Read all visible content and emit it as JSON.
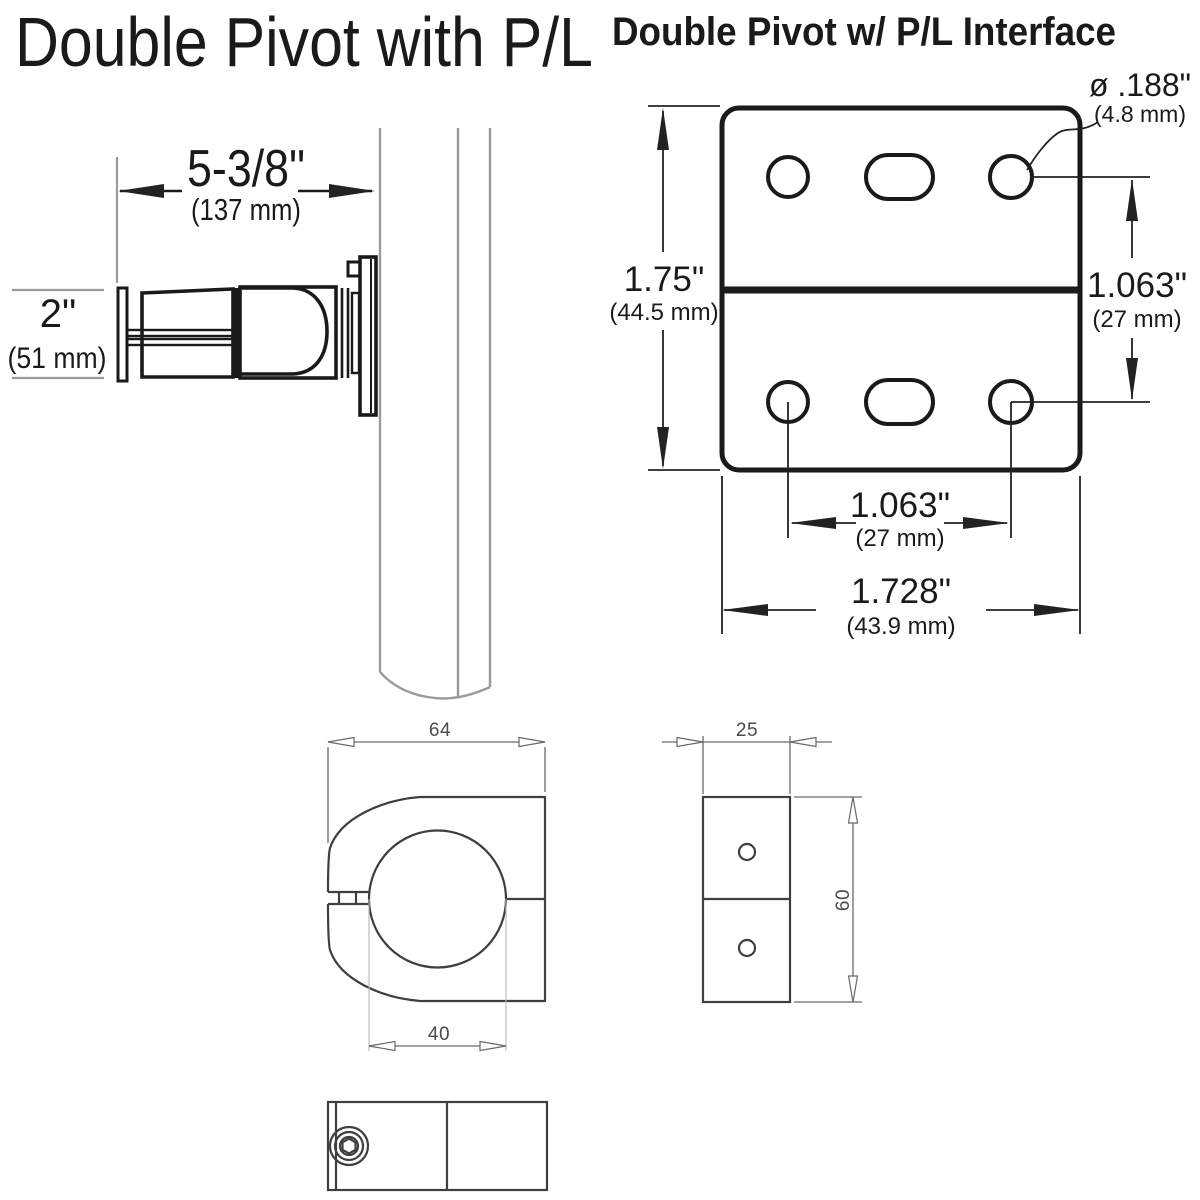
{
  "titles": {
    "left": "Double Pivot with P/L",
    "right": "Double Pivot w/ P/L Interface"
  },
  "side_view": {
    "depth": {
      "imperial": "5-3/8\"",
      "metric": "(137 mm)"
    },
    "height": {
      "imperial": "2\"",
      "metric": "(51 mm)"
    }
  },
  "interface_plate": {
    "hole_diameter": {
      "imperial": "ø .188\"",
      "metric": "(4.8 mm)"
    },
    "plate_height": {
      "imperial": "1.75\"",
      "metric": "(44.5 mm)"
    },
    "hole_v_spacing": {
      "imperial": "1.063\"",
      "metric": "(27 mm)"
    },
    "hole_h_spacing": {
      "imperial": "1.063\"",
      "metric": "(27 mm)"
    },
    "plate_width": {
      "imperial": "1.728\"",
      "metric": "(43.9 mm)"
    }
  },
  "clamp_views": {
    "front": {
      "outer_width": "64",
      "bore": "40"
    },
    "side": {
      "depth": "25",
      "height": "60"
    }
  },
  "colors": {
    "ink": "#1a1a1a",
    "pole_gray": "#9b9b9b",
    "cad_line": "#3f3f3f",
    "cad_text": "#4a4a4a",
    "background": "#ffffff"
  }
}
